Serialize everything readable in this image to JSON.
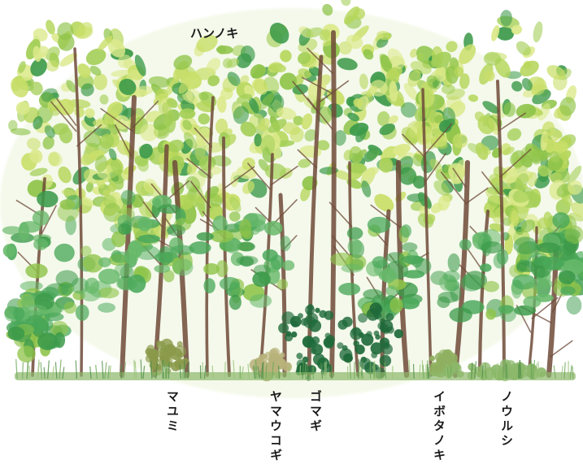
{
  "labels": {
    "top": "ハンノキ",
    "bottom": [
      "マユミ",
      "ヤマウコギ",
      "ゴマギ",
      "イボタノキ",
      "ノウルシ"
    ]
  },
  "colors": {
    "trunk": "#6e4a38",
    "leaf_light": "#c9df6a",
    "leaf_mid": "#8fc44a",
    "leaf_dark": "#3c9a4a",
    "shrub_dark": "#1f6a3a",
    "ground": "#8bb86a"
  }
}
